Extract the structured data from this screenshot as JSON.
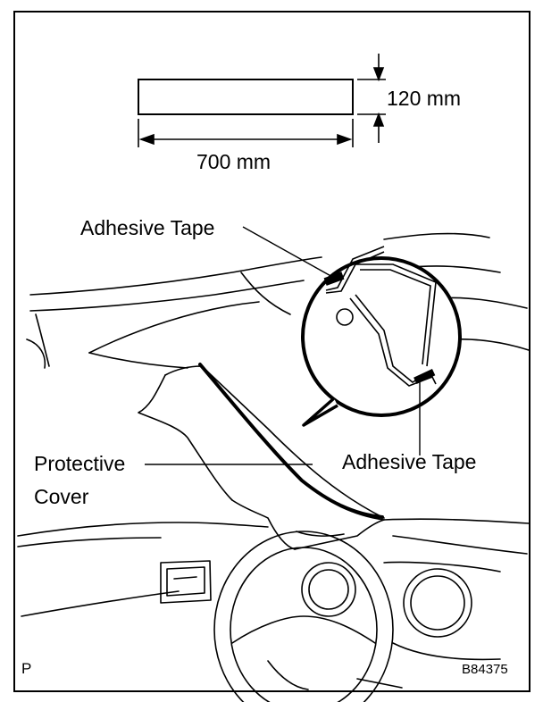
{
  "dimensions": {
    "height_label": "120 mm",
    "width_label": "700 mm"
  },
  "callouts": {
    "adhesive_tape_top": "Adhesive Tape",
    "adhesive_tape_right": "Adhesive Tape",
    "protective_cover_line1": "Protective",
    "protective_cover_line2": "Cover"
  },
  "corner_marks": {
    "bottom_left": "P",
    "figure_code": "B84375"
  }
}
